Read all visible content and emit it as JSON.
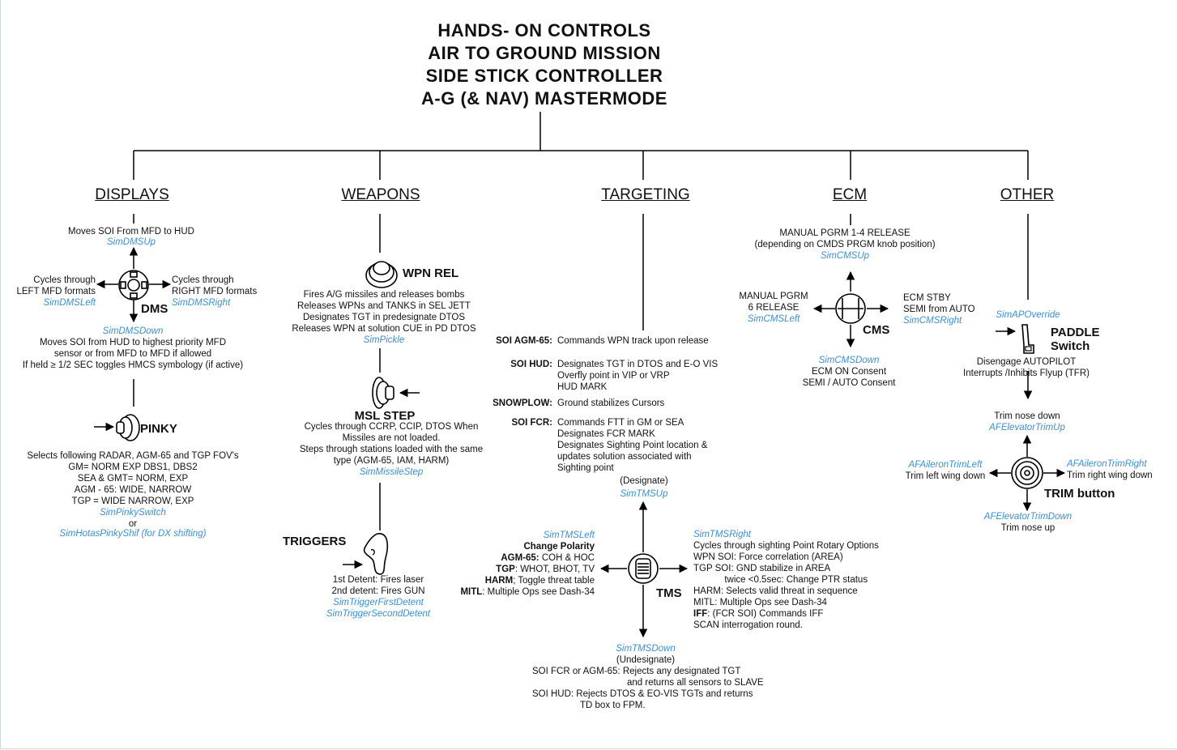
{
  "title_lines": [
    "HANDS- ON CONTROLS",
    "AIR TO GROUND MISSION",
    "SIDE STICK CONTROLLER",
    "A-G (& NAV) MASTERMODE"
  ],
  "sections": {
    "displays": "DISPLAYS",
    "weapons": "WEAPONS",
    "targeting": "TARGETING",
    "ecm": "ECM",
    "other": "OTHER"
  },
  "displays": {
    "up_text": "Moves SOI From MFD to HUD",
    "up_sim": "SimDMSUp",
    "left_text": [
      "Cycles through",
      "LEFT MFD formats"
    ],
    "left_sim": "SimDMSLeft",
    "right_text": [
      "Cycles through",
      "RIGHT MFD formats"
    ],
    "right_sim": "SimDMSRight",
    "dms_label": "DMS",
    "down_sim": "SimDMSDown",
    "down_text": [
      "Moves SOI from HUD to highest priority MFD",
      "sensor or from MFD to MFD if allowed",
      "If held ≥ 1/2 SEC toggles HMCS symbology (if active)"
    ],
    "pinky_label": "PINKY",
    "pinky_text": [
      "Selects following RADAR, AGM-65 and TGP FOV's",
      "GM= NORM EXP DBS1, DBS2",
      "SEA & GMT= NORM, EXP",
      "AGM - 65: WIDE, NARROW",
      "TGP = WIDE NARROW, EXP"
    ],
    "pinky_sim": "SimPinkySwitch",
    "pinky_or": "or",
    "pinky_sim2": "SimHotasPinkyShif (for DX shifting)"
  },
  "weapons": {
    "wpnrel_label": "WPN REL",
    "wpnrel_text": [
      "Fires A/G missiles and releases bombs",
      "Releases WPNs and TANKS in SEL JETT",
      "Designates TGT in predesignate DTOS",
      "Releases WPN at solution CUE in PD DTOS"
    ],
    "wpnrel_sim": "SimPickle",
    "mslstep_label": "MSL STEP",
    "mslstep_text": [
      "Cycles through CCRP, CCIP, DTOS When",
      "Missiles are not loaded.",
      "Steps through stations loaded with the same",
      "type (AGM-65, IAM, HARM)"
    ],
    "mslstep_sim": "SimMissileStep",
    "triggers_label": "TRIGGERS",
    "triggers_text": [
      "1st Detent: Fires laser",
      "2nd detent: Fires GUN"
    ],
    "triggers_sim1": "SimTriggerFirstDetent",
    "triggers_sim2": "SimTriggerSecondDetent"
  },
  "targeting": {
    "rows": [
      {
        "key": "SOI AGM-65:",
        "lines": [
          "Commands WPN track upon release"
        ]
      },
      {
        "key": "SOI HUD:",
        "lines": [
          "Designates TGT in DTOS and E-O VIS",
          "Overfly point in VIP or VRP",
          "HUD MARK"
        ]
      },
      {
        "key": "SNOWPLOW:",
        "lines": [
          "Ground stabilizes Cursors"
        ]
      },
      {
        "key": "SOI FCR:",
        "lines": [
          "Commands FTT in GM or SEA",
          "Designates FCR MARK",
          "Designates Sighting Point location &",
          "updates solution associated with",
          "Sighting point"
        ]
      }
    ],
    "designate": "(Designate)",
    "up_sim": "SimTMSUp",
    "left_sim": "SimTMSLeft",
    "change_polarity": "Change Polarity",
    "left_rows": [
      {
        "key": "AGM-65:",
        "val": " COH & HOC"
      },
      {
        "key": "TGP",
        "val": ": WHOT, BHOT, TV"
      },
      {
        "key": "HARM",
        "val": "; Toggle threat table"
      },
      {
        "key": "MITL",
        "val": ": Multiple Ops see Dash-34"
      }
    ],
    "right_sim": "SimTMSRight",
    "right_lines": [
      "Cycles through sighting Point Rotary Options",
      "WPN SOI: Force correlation (AREA)",
      "TGP SOI: GND stabilize in AREA",
      "            twice <0.5sec: Change PTR status",
      "HARM: Selects valid threat in sequence",
      "MITL: Multiple Ops see Dash-34"
    ],
    "iff_key": "IFF",
    "iff_val": ": (FCR SOI) Commands IFF",
    "iff_line2": "SCAN interrogation round.",
    "tms_label": "TMS",
    "down_sim": "SimTMSDown",
    "undesignate": "(Undesignate)",
    "down_lines": [
      "SOI FCR or AGM-65: Rejects any designated TGT",
      "and returns all sensors to SLAVE",
      "SOI HUD: Rejects DTOS & EO-VIS TGTs and returns",
      "TD box to FPM."
    ]
  },
  "ecm": {
    "up_text": [
      "MANUAL PGRM 1-4 RELEASE",
      "(depending on CMDS PRGM knob position)"
    ],
    "up_sim": "SimCMSUp",
    "left_text": [
      "MANUAL PGRM",
      "6 RELEASE"
    ],
    "left_sim": "SimCMSLeft",
    "right_text": [
      "ECM STBY",
      "SEMI from AUTO"
    ],
    "right_sim": "SimCMSRight",
    "cms_label": "CMS",
    "down_sim": "SimCMSDown",
    "down_text": [
      "ECM ON Consent",
      "SEMI / AUTO Consent"
    ]
  },
  "other": {
    "ap_sim": "SimAPOverride",
    "paddle_label": [
      "PADDLE",
      "Switch"
    ],
    "paddle_text": [
      "Disengage AUTOPILOT",
      "Interrupts /Inhibits Flyup (TFR)"
    ],
    "trim_up_text": "Trim nose down",
    "trim_up_sim": "AFElevatorTrimUp",
    "trim_left_sim": "AFAileronTrimLeft",
    "trim_left_text": "Trim left wing down",
    "trim_right_sim": "AFAileronTrimRight",
    "trim_right_text": "Trim right wing down",
    "trim_label": "TRIM button",
    "trim_down_sim": "AFElevatorTrimDown",
    "trim_down_text": "Trim nose up"
  }
}
